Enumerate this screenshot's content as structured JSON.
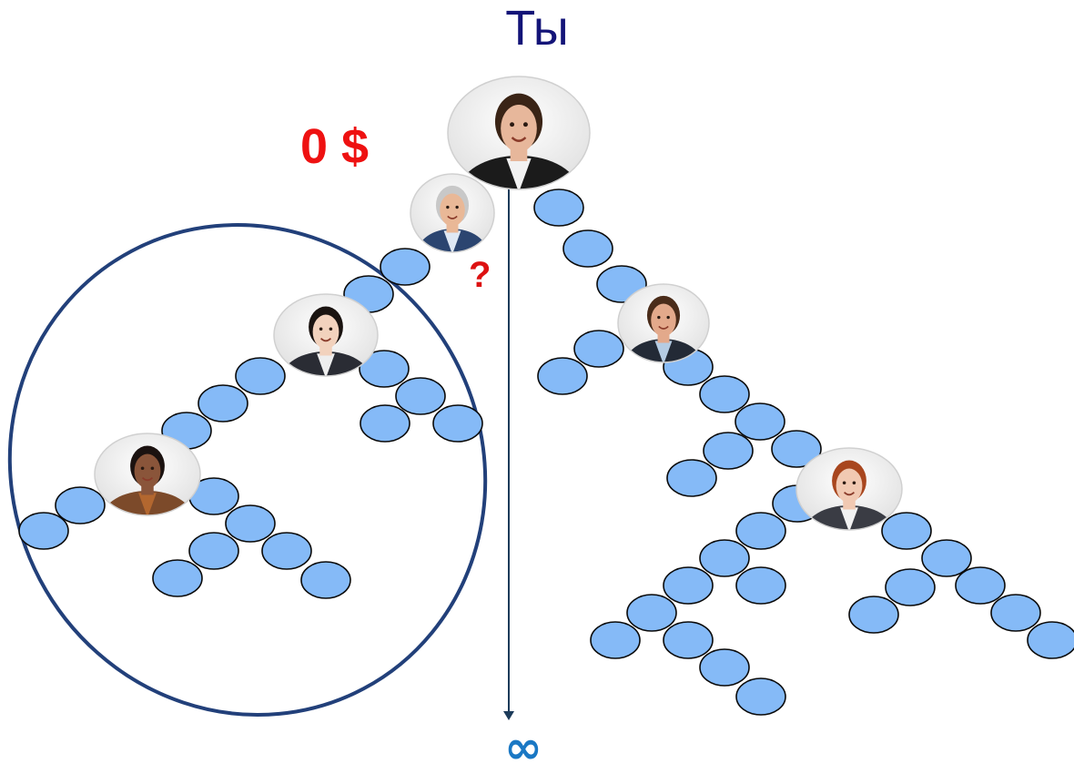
{
  "labels": {
    "title": "Ты",
    "money": "0 $",
    "question": "?",
    "infinity": "∞"
  },
  "colors": {
    "node_fill": "#85baf7",
    "node_stroke": "#0a0a0a",
    "ellipse_stroke": "#22407a",
    "arrow": "#1c3b5a",
    "title": "#131478",
    "money": "#ee1111"
  },
  "people": [
    {
      "name": "man-top",
      "shirt": "#f2f2f2",
      "jacket": "#1b1b1b",
      "hair": "#3a2416",
      "skin": "#e7b79b"
    },
    {
      "name": "older-man-pointing",
      "shirt": "#dfe9f5",
      "jacket": "#2b4570",
      "hair": "#c8c8c8",
      "skin": "#e9b897"
    },
    {
      "name": "woman-dark-hair",
      "shirt": "#eeeeee",
      "jacket": "#2a2c34",
      "hair": "#1a1310",
      "skin": "#f2d2bd"
    },
    {
      "name": "woman-curly",
      "shirt": "#b3672f",
      "jacket": "#7c4a2a",
      "hair": "#1b1210",
      "skin": "#8a553a"
    },
    {
      "name": "man-smiling",
      "shirt": "#b5cce3",
      "jacket": "#232a36",
      "hair": "#4a2c1a",
      "skin": "#e3a98b"
    },
    {
      "name": "woman-redhead",
      "shirt": "#f2f2f2",
      "jacket": "#3a3c44",
      "hair": "#a8461e",
      "skin": "#f1c9b2"
    }
  ]
}
